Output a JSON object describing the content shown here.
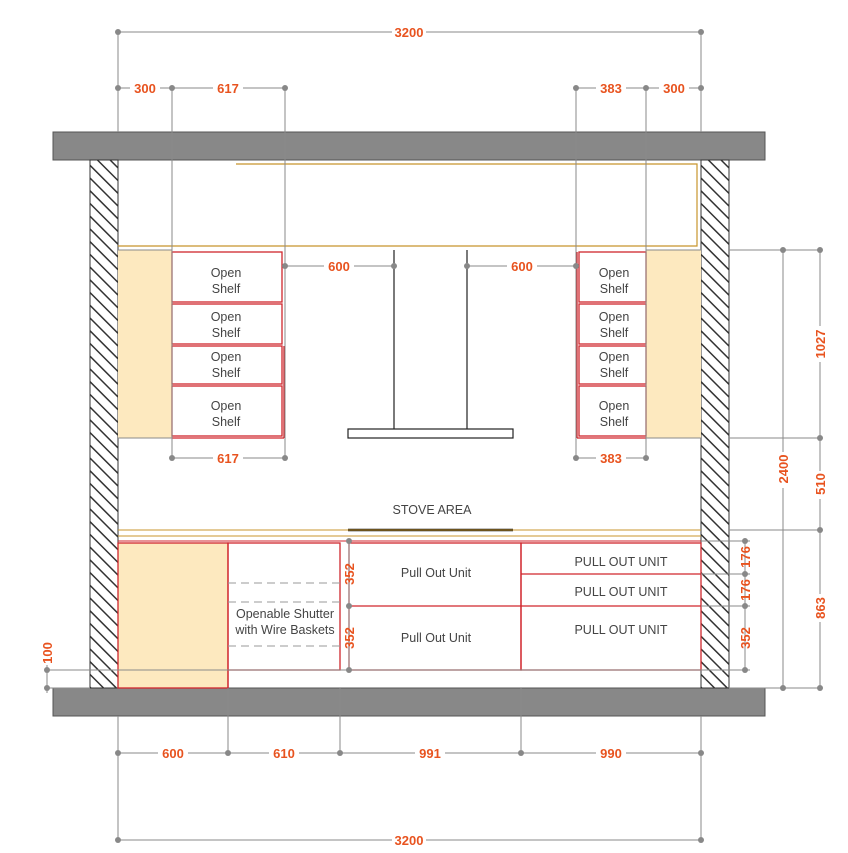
{
  "dimensions": {
    "top_total": "3200",
    "top_left_a": "300",
    "top_left_b": "617",
    "top_right_a": "383",
    "top_right_b": "300",
    "hood_left": "600",
    "hood_right": "600",
    "shelf_left_width": "617",
    "shelf_right_width": "383",
    "right_upper": "1027",
    "right_mid": "510",
    "right_total": "2400",
    "right_lower": "863",
    "base_left_gap": "100",
    "drawer_a": "352",
    "drawer_b": "352",
    "right_drawer_a": "176",
    "right_drawer_b": "176",
    "right_drawer_c": "352",
    "bottom_a": "600",
    "bottom_b": "610",
    "bottom_c": "991",
    "bottom_d": "990",
    "bottom_total": "3200"
  },
  "labels": {
    "open_shelf_line1": "Open",
    "open_shelf_line2": "Shelf",
    "stove_area": "STOVE AREA",
    "pull_out_unit": "Pull Out Unit",
    "pull_out_unit_caps": "PULL OUT UNIT",
    "shutter_line1": "Openable Shutter",
    "shutter_line2": "with Wire Baskets"
  },
  "colors": {
    "wall": "#888888",
    "cabinet_fill": "#fde9bf",
    "cabinet_line": "#d0262c",
    "dimension_text": "#e8531f"
  }
}
